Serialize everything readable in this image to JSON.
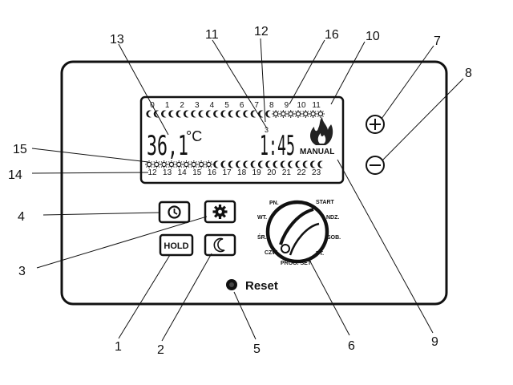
{
  "callouts": [
    "13",
    "11",
    "12",
    "16",
    "10",
    "7",
    "8",
    "15",
    "14",
    "4",
    "3",
    "1",
    "2",
    "5",
    "6",
    "9"
  ],
  "display": {
    "top_scale": [
      "0",
      "1",
      "2",
      "3",
      "4",
      "5",
      "6",
      "7",
      "8",
      "9",
      "10",
      "11"
    ],
    "bottom_scale": [
      "12",
      "13",
      "14",
      "15",
      "16",
      "17",
      "18",
      "19",
      "20",
      "21",
      "22",
      "23"
    ],
    "temperature": "36,1",
    "temp_unit": "°C",
    "time": "1:45",
    "day_indicator": "3",
    "mode": "MANUAL"
  },
  "buttons": {
    "hold": "HOLD",
    "reset": "Reset"
  },
  "dial": {
    "labels": [
      "PN.",
      "START",
      "WT.",
      "NDZ.",
      "ŚR.",
      "SOB.",
      "CZW.",
      "PT."
    ],
    "bottom": "PROG. SET"
  }
}
